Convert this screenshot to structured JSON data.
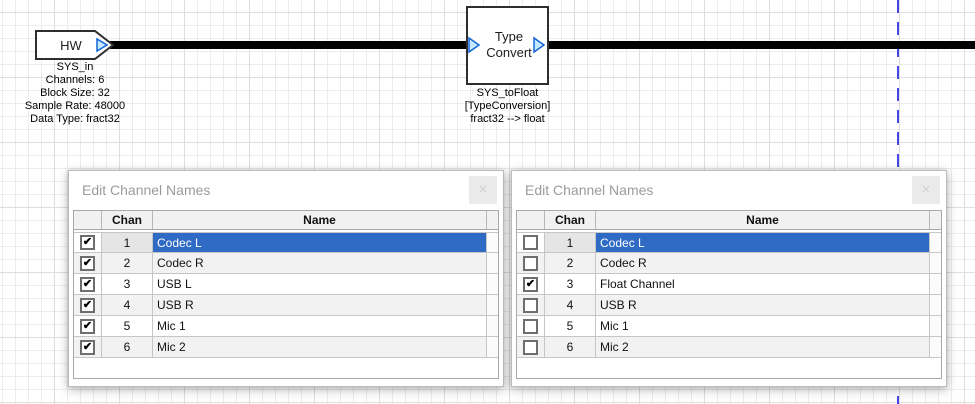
{
  "canvas": {
    "hw_block": {
      "label": "HW",
      "caption_lines": [
        "SYS_in",
        "Channels: 6",
        "Block Size: 32",
        "Sample Rate: 48000",
        "Data Type: fract32"
      ]
    },
    "type_convert_block": {
      "line1": "Type",
      "line2": "Convert",
      "caption_lines": [
        "SYS_toFloat",
        "[TypeConversion]",
        "fract32 --> float"
      ]
    }
  },
  "dialogs": [
    {
      "title": "Edit Channel Names",
      "close_label": "×",
      "header": {
        "chan": "Chan",
        "name": "Name"
      },
      "rows": [
        {
          "checked": true,
          "chan": "1",
          "name": "Codec L",
          "selected": true
        },
        {
          "checked": true,
          "chan": "2",
          "name": "Codec R",
          "selected": false
        },
        {
          "checked": true,
          "chan": "3",
          "name": "USB L",
          "selected": false
        },
        {
          "checked": true,
          "chan": "4",
          "name": "USB R",
          "selected": false
        },
        {
          "checked": true,
          "chan": "5",
          "name": "Mic 1",
          "selected": false
        },
        {
          "checked": true,
          "chan": "6",
          "name": "Mic 2",
          "selected": false
        }
      ]
    },
    {
      "title": "Edit Channel Names",
      "close_label": "×",
      "header": {
        "chan": "Chan",
        "name": "Name"
      },
      "rows": [
        {
          "checked": false,
          "chan": "1",
          "name": "Codec L",
          "selected": true
        },
        {
          "checked": false,
          "chan": "2",
          "name": "Codec R",
          "selected": false
        },
        {
          "checked": true,
          "chan": "3",
          "name": "Float Channel",
          "selected": false
        },
        {
          "checked": false,
          "chan": "4",
          "name": "USB R",
          "selected": false
        },
        {
          "checked": false,
          "chan": "5",
          "name": "Mic 1",
          "selected": false
        },
        {
          "checked": false,
          "chan": "6",
          "name": "Mic 2",
          "selected": false
        }
      ]
    }
  ],
  "colors": {
    "selection": "#2f6ac4",
    "selection_text": "#ffffff",
    "guide": "#4646e8",
    "wire": "#000000",
    "port_fill": "#c5e9ff",
    "port_stroke": "#1565d8"
  },
  "check_glyph": "✔"
}
